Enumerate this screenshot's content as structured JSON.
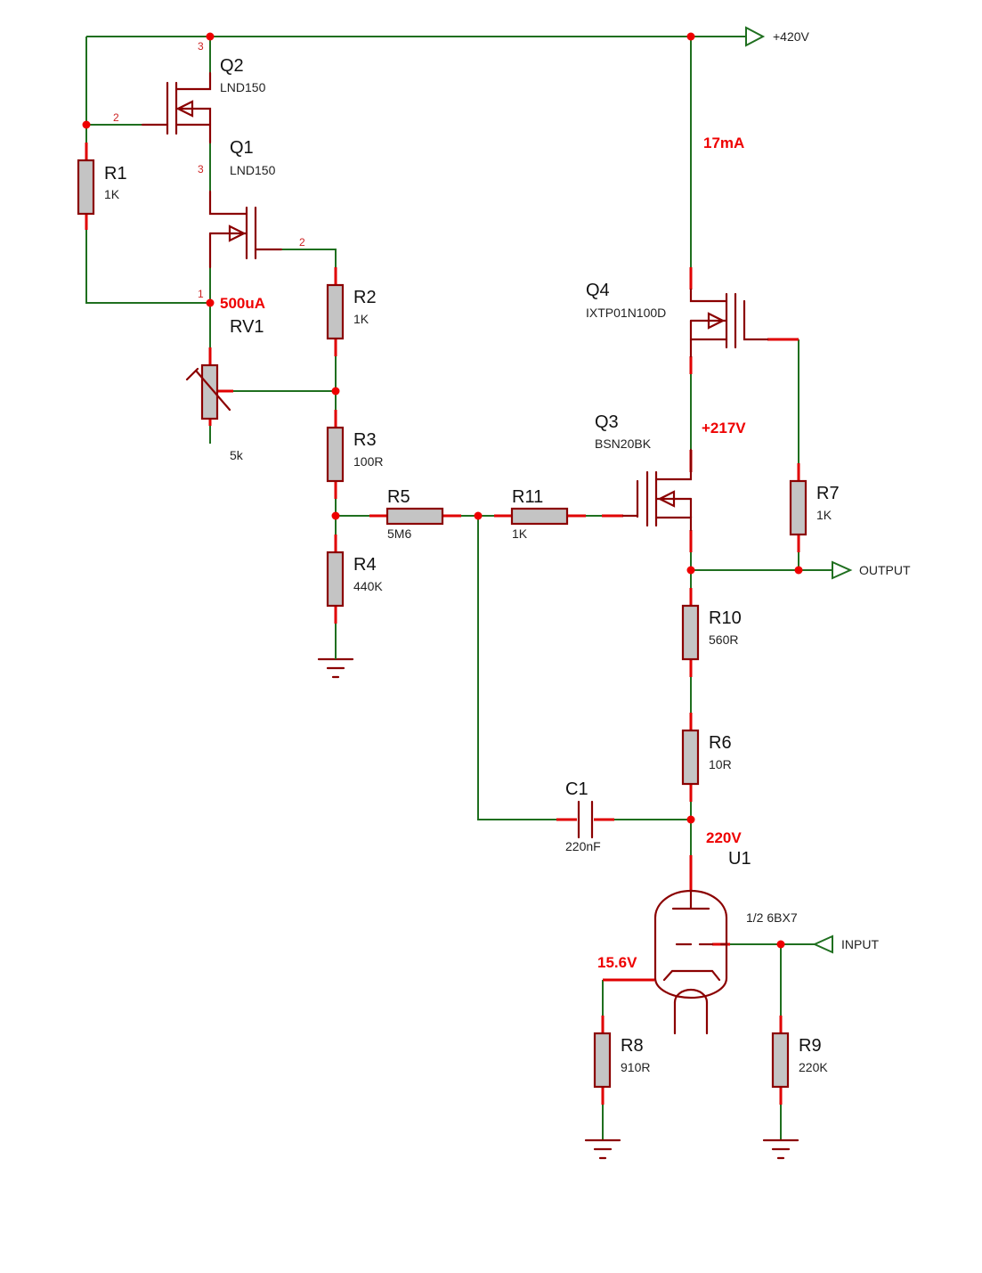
{
  "diagram": {
    "components": [
      {
        "ref": "Q2",
        "value": "LND150"
      },
      {
        "ref": "Q1",
        "value": "LND150"
      },
      {
        "ref": "R1",
        "value": "1K"
      },
      {
        "ref": "R2",
        "value": "1K"
      },
      {
        "ref": "RV1",
        "value": "5k"
      },
      {
        "ref": "R3",
        "value": "100R"
      },
      {
        "ref": "R4",
        "value": "440K"
      },
      {
        "ref": "R5",
        "value": "5M6"
      },
      {
        "ref": "R11",
        "value": "1K"
      },
      {
        "ref": "Q3",
        "value": "BSN20BK"
      },
      {
        "ref": "Q4",
        "value": "IXTP01N100D"
      },
      {
        "ref": "R7",
        "value": "1K"
      },
      {
        "ref": "R10",
        "value": "560R"
      },
      {
        "ref": "R6",
        "value": "10R"
      },
      {
        "ref": "C1",
        "value": "220nF"
      },
      {
        "ref": "U1",
        "value": "1/2 6BX7"
      },
      {
        "ref": "R8",
        "value": "910R"
      },
      {
        "ref": "R9",
        "value": "220K"
      }
    ],
    "terminals": {
      "supply": "+420V",
      "output": "OUTPUT",
      "input": "INPUT"
    },
    "measurements": {
      "current_supply": "17mA",
      "current_bias": "500uA",
      "voltage_mid": "+217V",
      "voltage_plate": "220V",
      "voltage_cathode": "15.6V"
    },
    "pins": {
      "q2_drain": "3",
      "q2_gate": "2",
      "q1_drain": "3",
      "q1_gate": "2",
      "q1_source": "1"
    }
  }
}
